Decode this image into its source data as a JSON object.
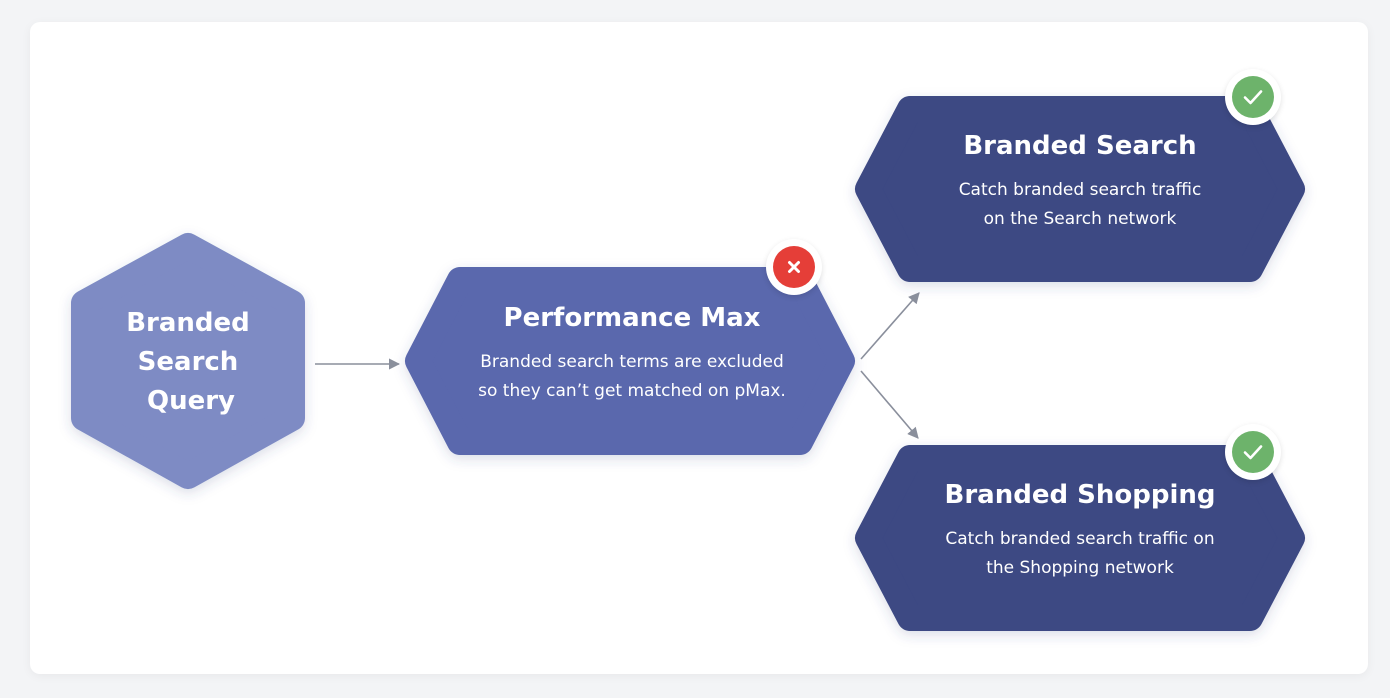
{
  "colors": {
    "query_fill": "#7e8bc4",
    "pmax_fill": "#5a67ad",
    "target_fill": "#3c4883",
    "arrow": "#8a8f9c",
    "check_green": "#6db36b",
    "error_red": "#e53e38"
  },
  "nodes": {
    "query": {
      "title_lines": [
        "Branded",
        "Search",
        "Query"
      ]
    },
    "pmax": {
      "title": "Performance Max",
      "desc_lines": [
        "Branded search terms are excluded",
        "so they can’t get matched on pMax."
      ],
      "status_icon": "close-icon"
    },
    "search": {
      "title": "Branded Search",
      "desc_lines": [
        "Catch branded search traffic",
        "on the Search network"
      ],
      "status_icon": "check-icon"
    },
    "shopping": {
      "title": "Branded Shopping",
      "desc_lines": [
        "Catch branded search traffic on",
        "the Shopping network"
      ],
      "status_icon": "check-icon"
    }
  }
}
